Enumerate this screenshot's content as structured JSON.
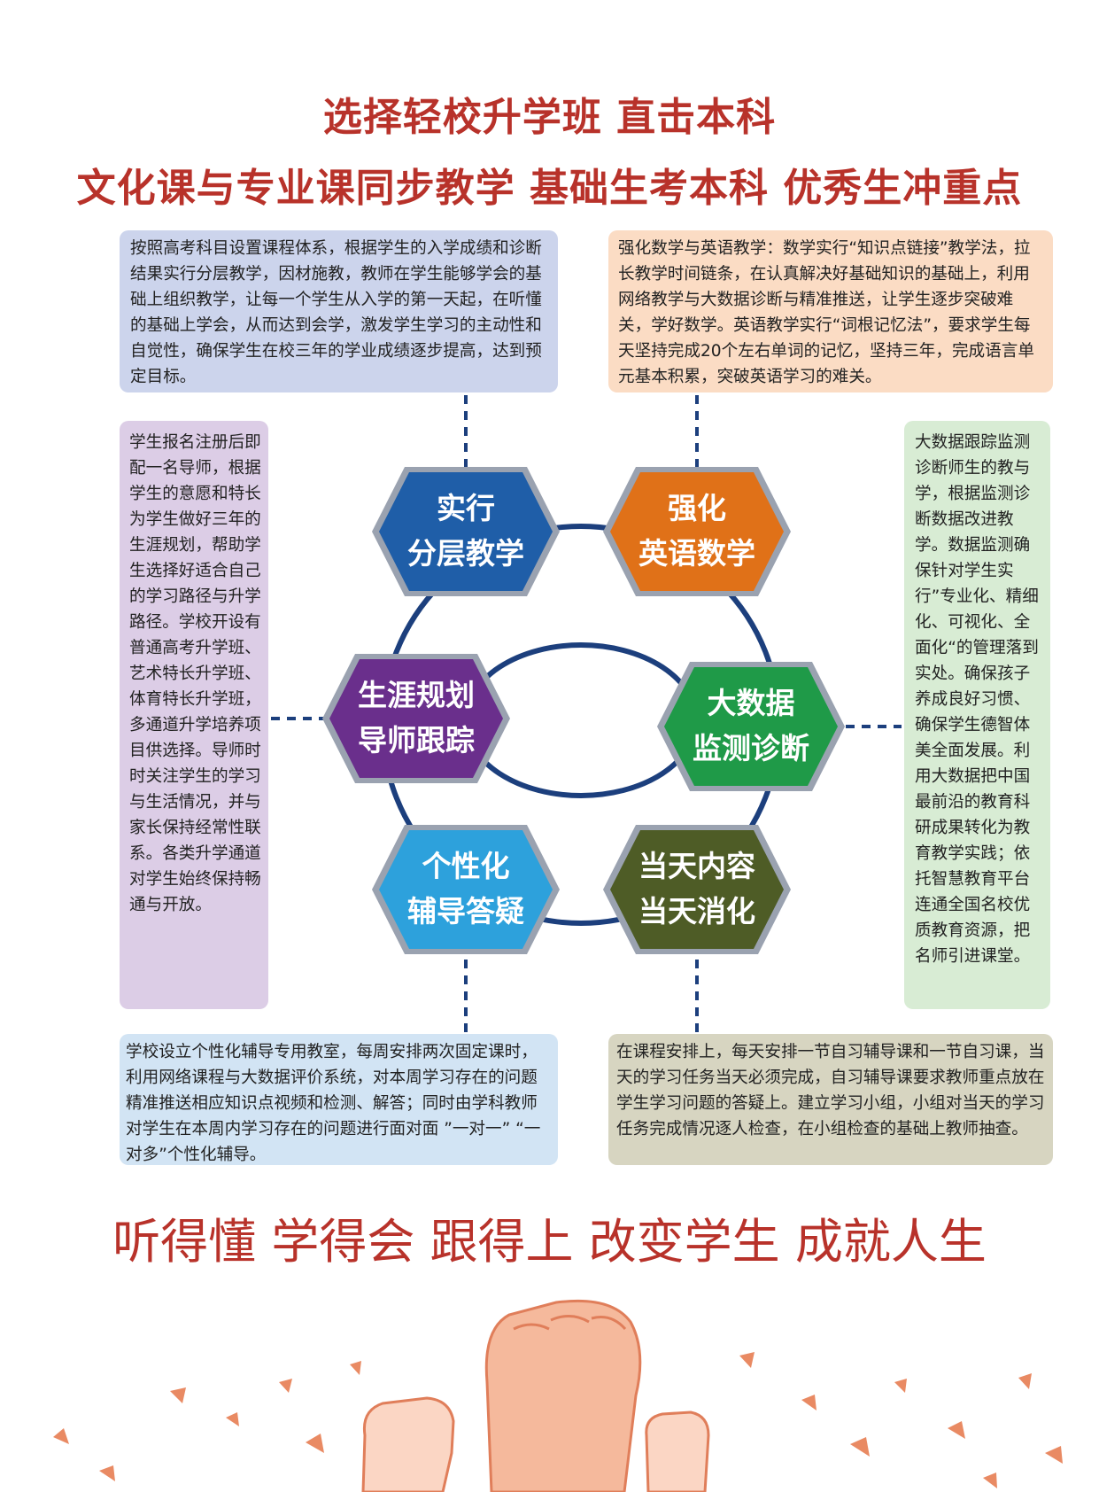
{
  "headline": {
    "line1": "选择轻校升学班    直击本科",
    "line2": "文化课与专业课同步教学    基础生考本科     优秀生冲重点"
  },
  "hexagons": {
    "top_left": {
      "line1": "实行",
      "line2": "分层教学",
      "color": "#1f5ea8"
    },
    "top_right": {
      "line1": "强化",
      "line2": "英语数学",
      "color": "#e07118"
    },
    "mid_left": {
      "line1": "生涯规划",
      "line2": "导师跟踪",
      "color": "#6a2f8c"
    },
    "mid_right": {
      "line1": "大数据",
      "line2": "监测诊断",
      "color": "#1f9a48"
    },
    "bot_left": {
      "line1": "个性化",
      "line2": "辅导答疑",
      "color": "#2da1dc"
    },
    "bot_right": {
      "line1": "当天内容",
      "line2": "当天消化",
      "color": "#4e5c26"
    }
  },
  "boxes": {
    "top_left": "按照高考科目设置课程体系，根据学生的入学成绩和诊断结果实行分层教学，因材施教，教师在学生能够学会的基础上组织教学，让每一个学生从入学的第一天起，在听懂的基础上学会，从而达到会学，激发学生学习的主动性和自觉性，确保学生在校三年的学业成绩逐步提高，达到预定目标。",
    "top_right": "强化数学与英语教学：数学实行“知识点链接”教学法，拉长教学时间链条，在认真解决好基础知识的基础上，利用网络教学与大数据诊断与精准推送，让学生逐步突破难关，学好数学。英语教学实行“词根记忆法”，要求学生每天坚持完成20个左右单词的记忆，坚持三年，完成语言单元基本积累，突破英语学习的难关。",
    "mid_left": "学生报名注册后即配一名导师，根据学生的意愿和特长为学生做好三年的生涯规划，帮助学生选择好适合自己的学习路径与升学路径。学校开设有普通高考升学班、艺术特长升学班、体育特长升学班，多通道升学培养项目供选择。导师时时关注学生的学习与生活情况，并与家长保持经常性联系。各类升学通道对学生始终保持畅通与开放。",
    "mid_right": "大数据跟踪监测诊断师生的教与学，根据监测诊断数据改进教学。数据监测确保针对学生实行”专业化、精细化、可视化、全面化“的管理落到实处。确保孩子养成良好习惯、确保学生德智体美全面发展。利用大数据把中国最前沿的教育科研成果转化为教育教学实践；依托智慧教育平台连通全国名校优质教育资源，把名师引进课堂。",
    "bot_left": "学校设立个性化辅导专用教室，每周安排两次固定课时，利用网络课程与大数据评价系统，对本周学习存在的问题精准推送相应知识点视频和检测、解答；同时由学科教师对学生在本周内学习存在的问题进行面对面 ”一对一” “一对多”个性化辅导。",
    "bot_right": "在课程安排上，每天安排一节自习辅导课和一节自习课，当天的学习任务当天必须完成，自习辅导课要求教师重点放在学生学习问题的答疑上。建立学习小组，小组对当天的学习任务完成情况逐人检查，在小组检查的基础上教师抽查。"
  },
  "slogan": "听得懂  学得会  跟得上  改变学生  成就人生",
  "colors": {
    "headline": "#b8322a",
    "ring": "#1c3f7d"
  }
}
